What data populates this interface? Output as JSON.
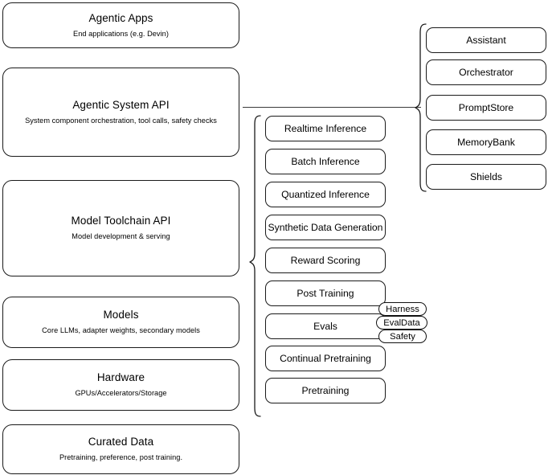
{
  "diagram": {
    "title": "AI Stack Layers Diagram",
    "stroke_color": "#1a1a1a",
    "background_color": "#ffffff"
  },
  "stack_layers": [
    {
      "name": "Agentic Apps",
      "subtitle": "End applications (e.g. Devin)"
    },
    {
      "name": "Agentic System API",
      "subtitle": "System component orchestration, tool calls, safety checks"
    },
    {
      "name": "Model Toolchain API",
      "subtitle": "Model development & serving"
    },
    {
      "name": "Models",
      "subtitle": "Core LLMs, adapter weights, secondary models"
    },
    {
      "name": "Hardware",
      "subtitle": "GPUs/Accelerators/Storage"
    },
    {
      "name": "Curated Data",
      "subtitle": "Pretraining, preference, post training."
    }
  ],
  "toolchain_components": [
    {
      "label": "Realtime Inference"
    },
    {
      "label": "Batch Inference"
    },
    {
      "label": "Quantized Inference"
    },
    {
      "label": "Synthetic Data Generation"
    },
    {
      "label": "Reward Scoring"
    },
    {
      "label": "Post Training"
    },
    {
      "label": "Evals"
    },
    {
      "label": "Continual Pretraining"
    },
    {
      "label": "Pretraining"
    }
  ],
  "agentic_components": [
    {
      "label": "Assistant"
    },
    {
      "label": "Orchestrator"
    },
    {
      "label": "PromptStore"
    },
    {
      "label": "MemoryBank"
    },
    {
      "label": "Shields"
    }
  ],
  "evals_subcomponents": [
    {
      "label": "Harness"
    },
    {
      "label": "EvalData"
    },
    {
      "label": "Safety"
    }
  ]
}
